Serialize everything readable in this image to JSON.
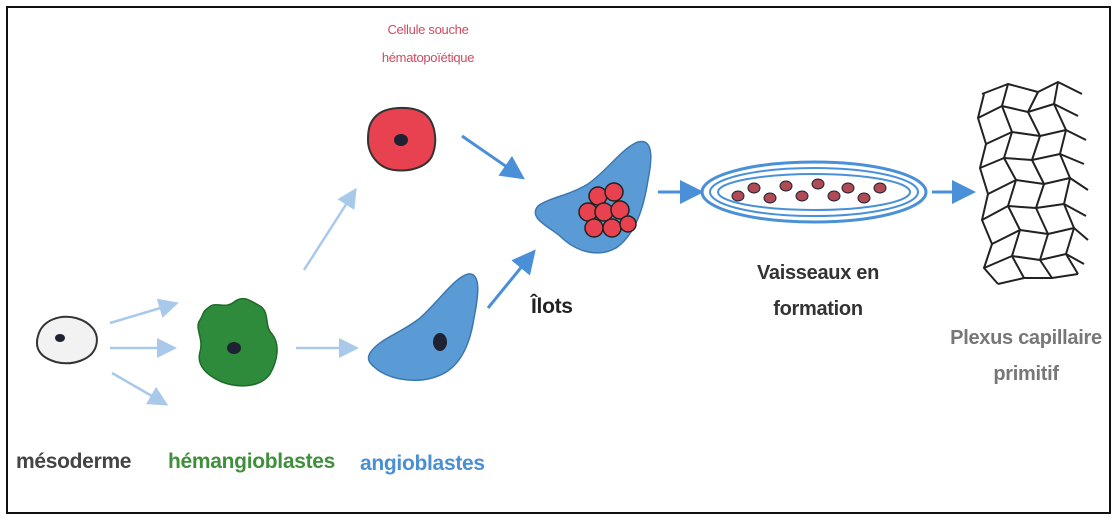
{
  "labels": {
    "hsc": [
      "Cellule souche",
      "hématopoïétique"
    ],
    "mesoderm": "mésoderme",
    "hemangioblasts": "hémangioblastes",
    "angioblasts": "angioblastes",
    "islets": "Îlots",
    "vessels": [
      "Vaisseaux en",
      "formation"
    ],
    "plexus": [
      "Plexus capillaire",
      "primitif"
    ]
  },
  "colors": {
    "arrow": "#4a90d9",
    "arrow_light": "#a9c9ea",
    "cell_blue": "#5b9bd5",
    "cell_green": "#2e8b3c",
    "cell_red": "#e8414f",
    "mesoderm_fill": "#f2f2f2",
    "nucleus": "#1e2233",
    "hsc_label": "#d14a5f",
    "mesoderm_label": "#444444",
    "hemangioblast_label": "#3f8f3c",
    "angioblast_label": "#4a8fd4",
    "plexus_label": "#777777"
  }
}
